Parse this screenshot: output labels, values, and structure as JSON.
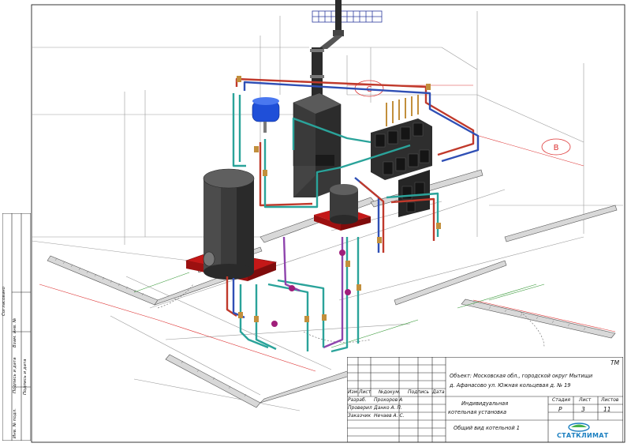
{
  "drawing": {
    "axis_labels": [
      "C",
      "B"
    ],
    "colors": {
      "supply_pipe": "#c0392b",
      "return_pipe": "#2f4fb5",
      "heating_pipe": "#2aa39a",
      "gas_pipe": "#8e44ad",
      "equipment": "#3d3d3d",
      "expansion_tank": "#1f4fd8",
      "base": "#d11a1a",
      "wall": "#c8c8c8"
    }
  },
  "side_stamp": {
    "agreed": "Согласовано",
    "inv_replace": "Взам. инв. №",
    "sign_date_1": "Подпись и дата",
    "inv_orig": "Инв. № подл.",
    "sign_date_2": "Подпись и дата"
  },
  "title_block": {
    "code": "ТМ",
    "object_line1": "Объект: Московская обл., городской округ Мытищи",
    "object_line2": "д. Афанасово ул. Южная кольцевая д. № 19",
    "headers": {
      "change": "Изм.",
      "sheet": "Лист",
      "doc_no": "№докум.",
      "signature": "Подпись",
      "date": "Дата"
    },
    "roles": [
      {
        "role": "Разраб.",
        "name": "Прохоров А"
      },
      {
        "role": "Проверил",
        "name": "Данко А. П."
      },
      {
        "role": "Заказчик",
        "name": "Нечаев А. С."
      }
    ],
    "project_name_1": "Индивидуальная",
    "project_name_2": "котельная установка",
    "stage_label": "Стадия",
    "sheet_label": "Лист",
    "sheets_label": "Листов",
    "stage": "Р",
    "sheet": "3",
    "sheets": "11",
    "drawing_title": "Общий вид котельной 1",
    "logo": "СТАТКЛИМАТ"
  }
}
